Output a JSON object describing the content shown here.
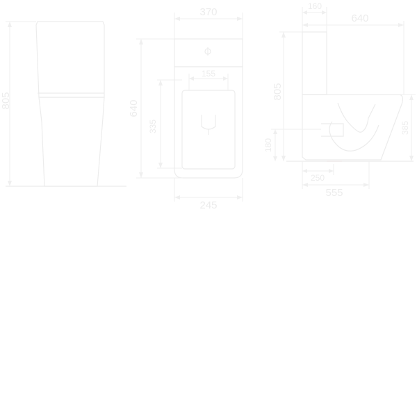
{
  "views": {
    "side_left": {
      "height_label": "805"
    },
    "front": {
      "width_label": "370",
      "height_label": "640",
      "inner_height_label": "335",
      "inner_width_label": "155",
      "base_width_label": "245"
    },
    "side_right": {
      "tank_depth_label": "160",
      "total_depth_label": "640",
      "height_label": "805",
      "rim_height_label": "385",
      "outlet_height_label": "180",
      "outlet_offset_label": "250",
      "base_depth_label": "555"
    }
  },
  "colors": {
    "line": "#ececec",
    "accent": "#fbe3e8",
    "background": "#ffffff"
  }
}
